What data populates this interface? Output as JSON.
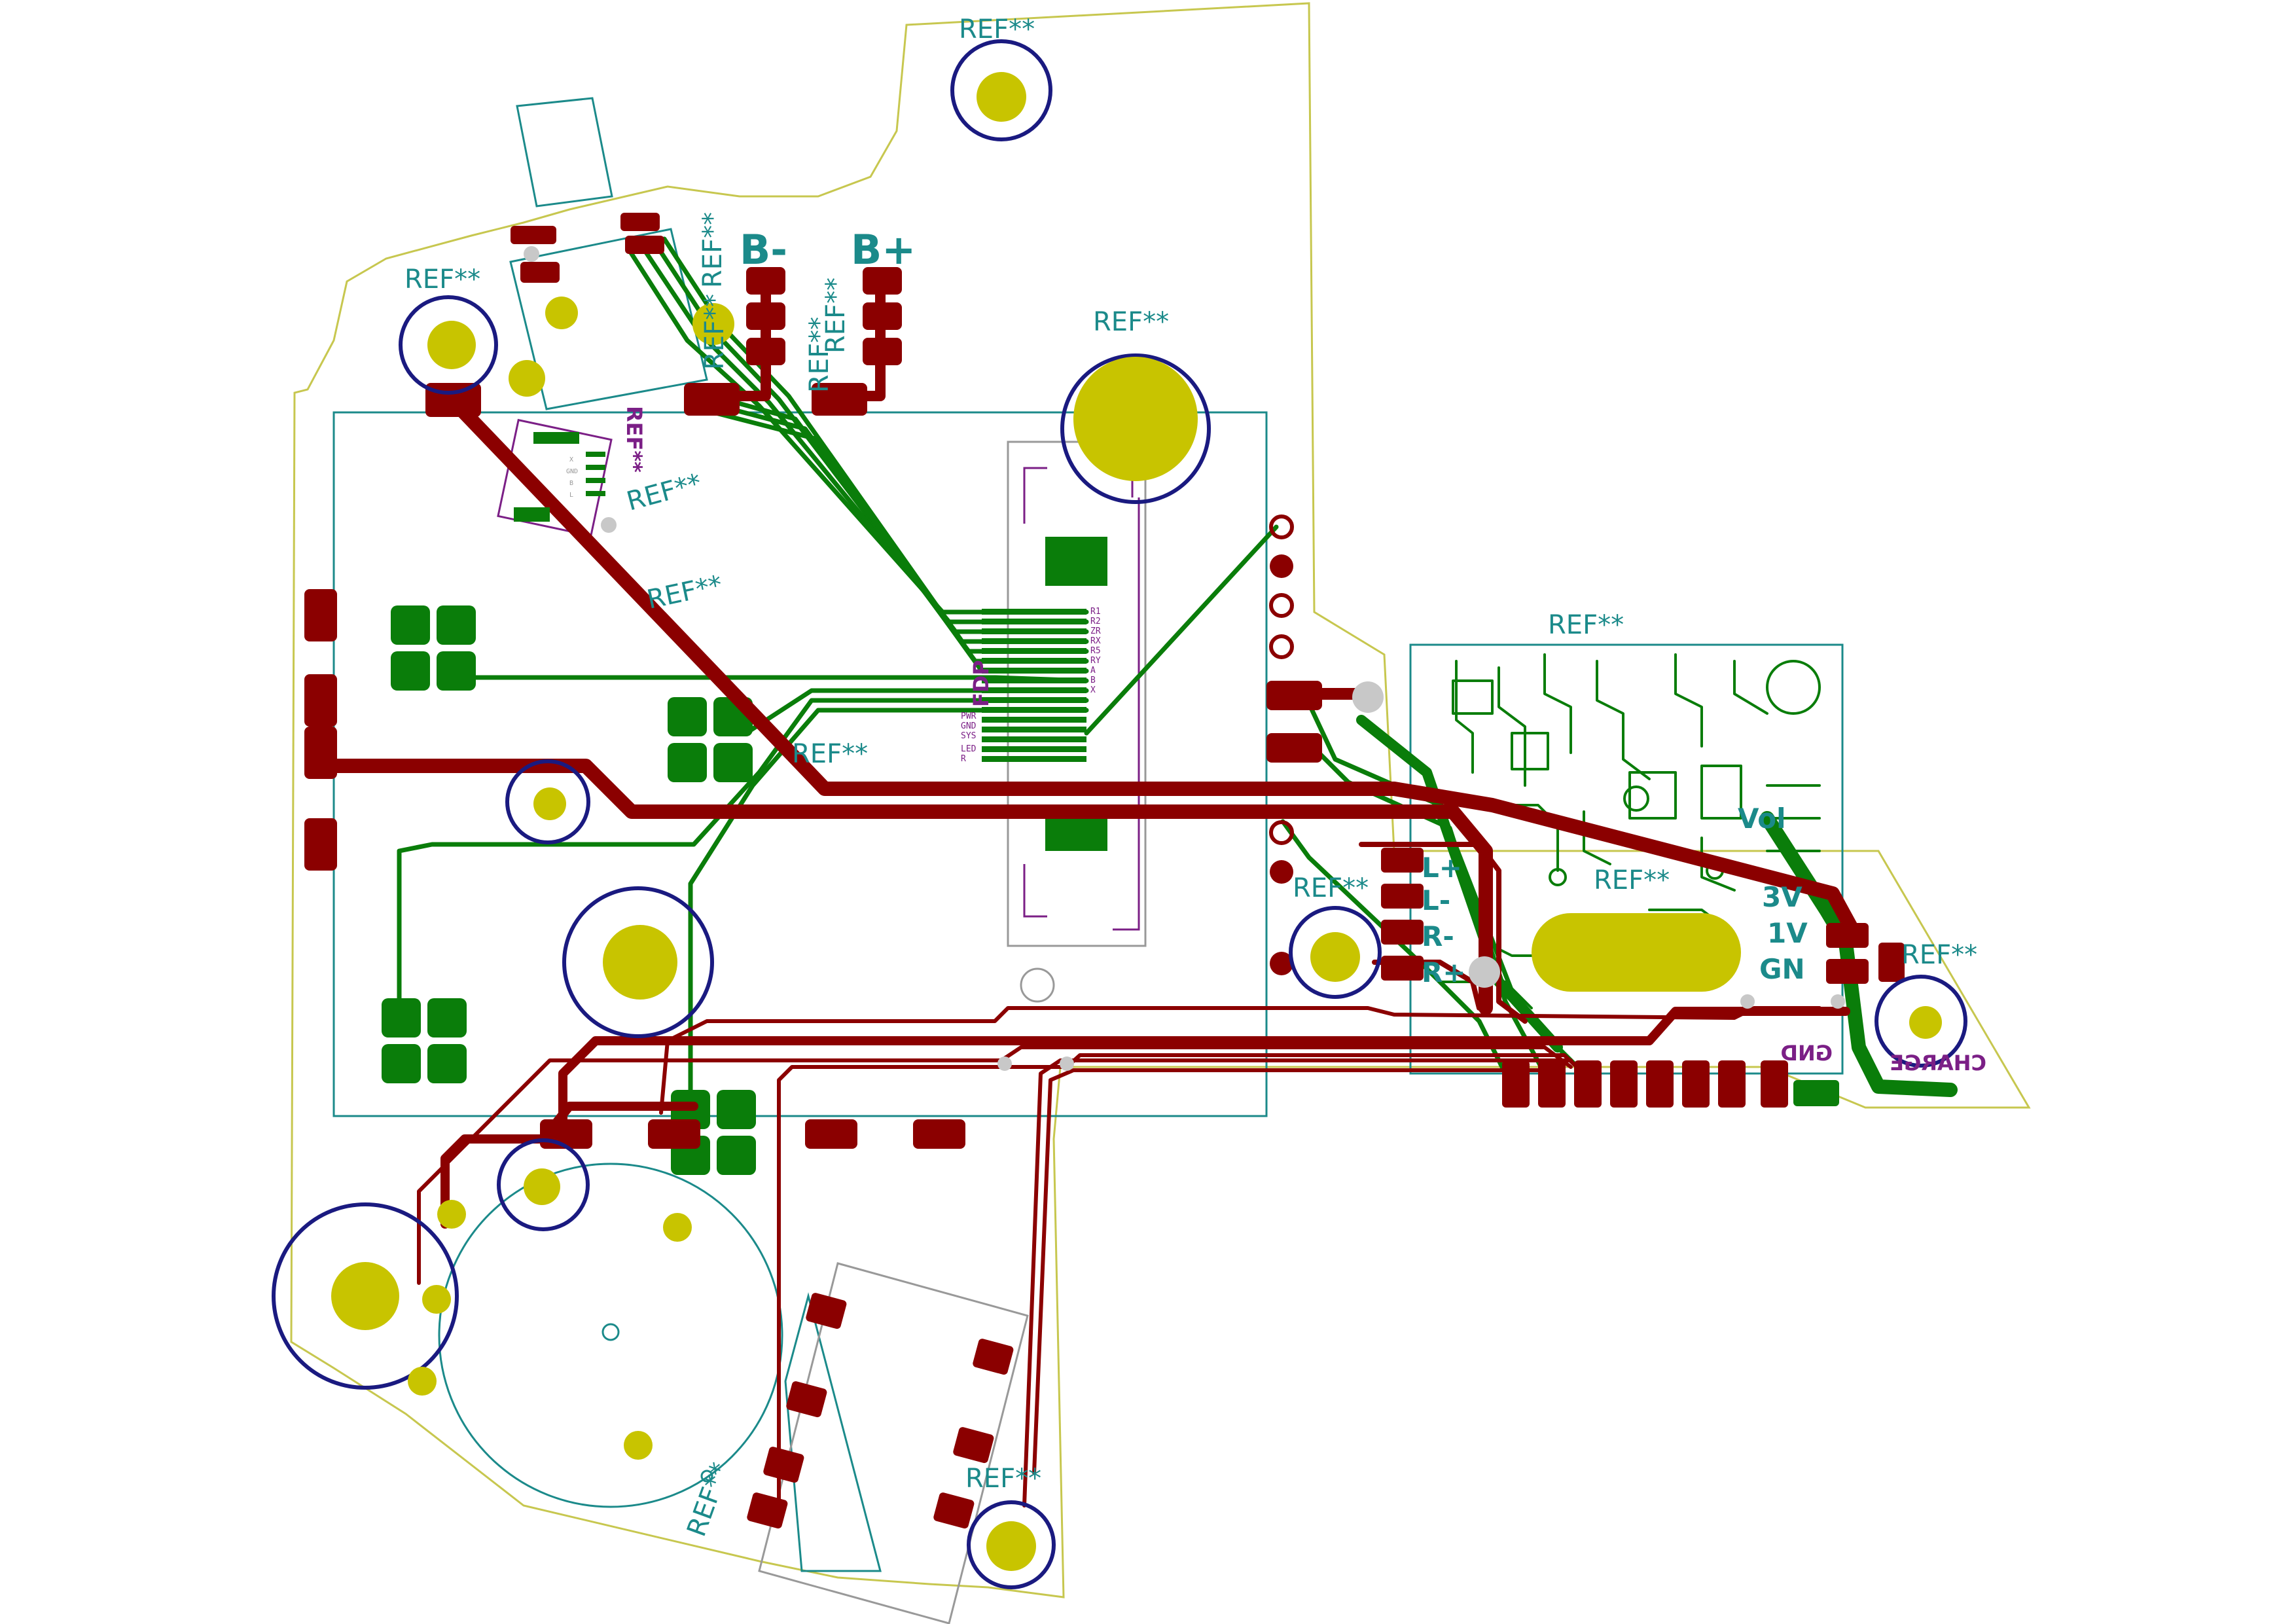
{
  "ref_designator": "REF**",
  "labels": {
    "battery_minus": "B-",
    "battery_plus": "B+",
    "vol": "Vol",
    "pin_3v": "3V",
    "pin_1v": "1V",
    "pin_gnd": "GN",
    "l_plus": "L+",
    "l_minus": "L-",
    "r_minus": "R-",
    "r_plus": "R+",
    "gnd_mirror": "GND",
    "charge": "CHARGE",
    "module_id": "FDP"
  },
  "module_pins_right": [
    "R1",
    "R2",
    "ZR",
    "RX",
    "R5",
    "RY",
    "A",
    "B",
    "X"
  ],
  "module_pins_left": [
    "PWR",
    "GND",
    "SYS",
    "LED",
    "R"
  ],
  "connector_pins": [
    "X",
    "GND",
    "B",
    "L"
  ],
  "colors": {
    "front_copper": "#8b0000",
    "back_copper": "#0a7d0a",
    "pad_plating": "#c8c400",
    "silkscreen": "#1b8a8a",
    "fabrication": "#7b1f86",
    "edge_cuts": "#c7c74f",
    "hole_ring": "#1a1a80"
  }
}
